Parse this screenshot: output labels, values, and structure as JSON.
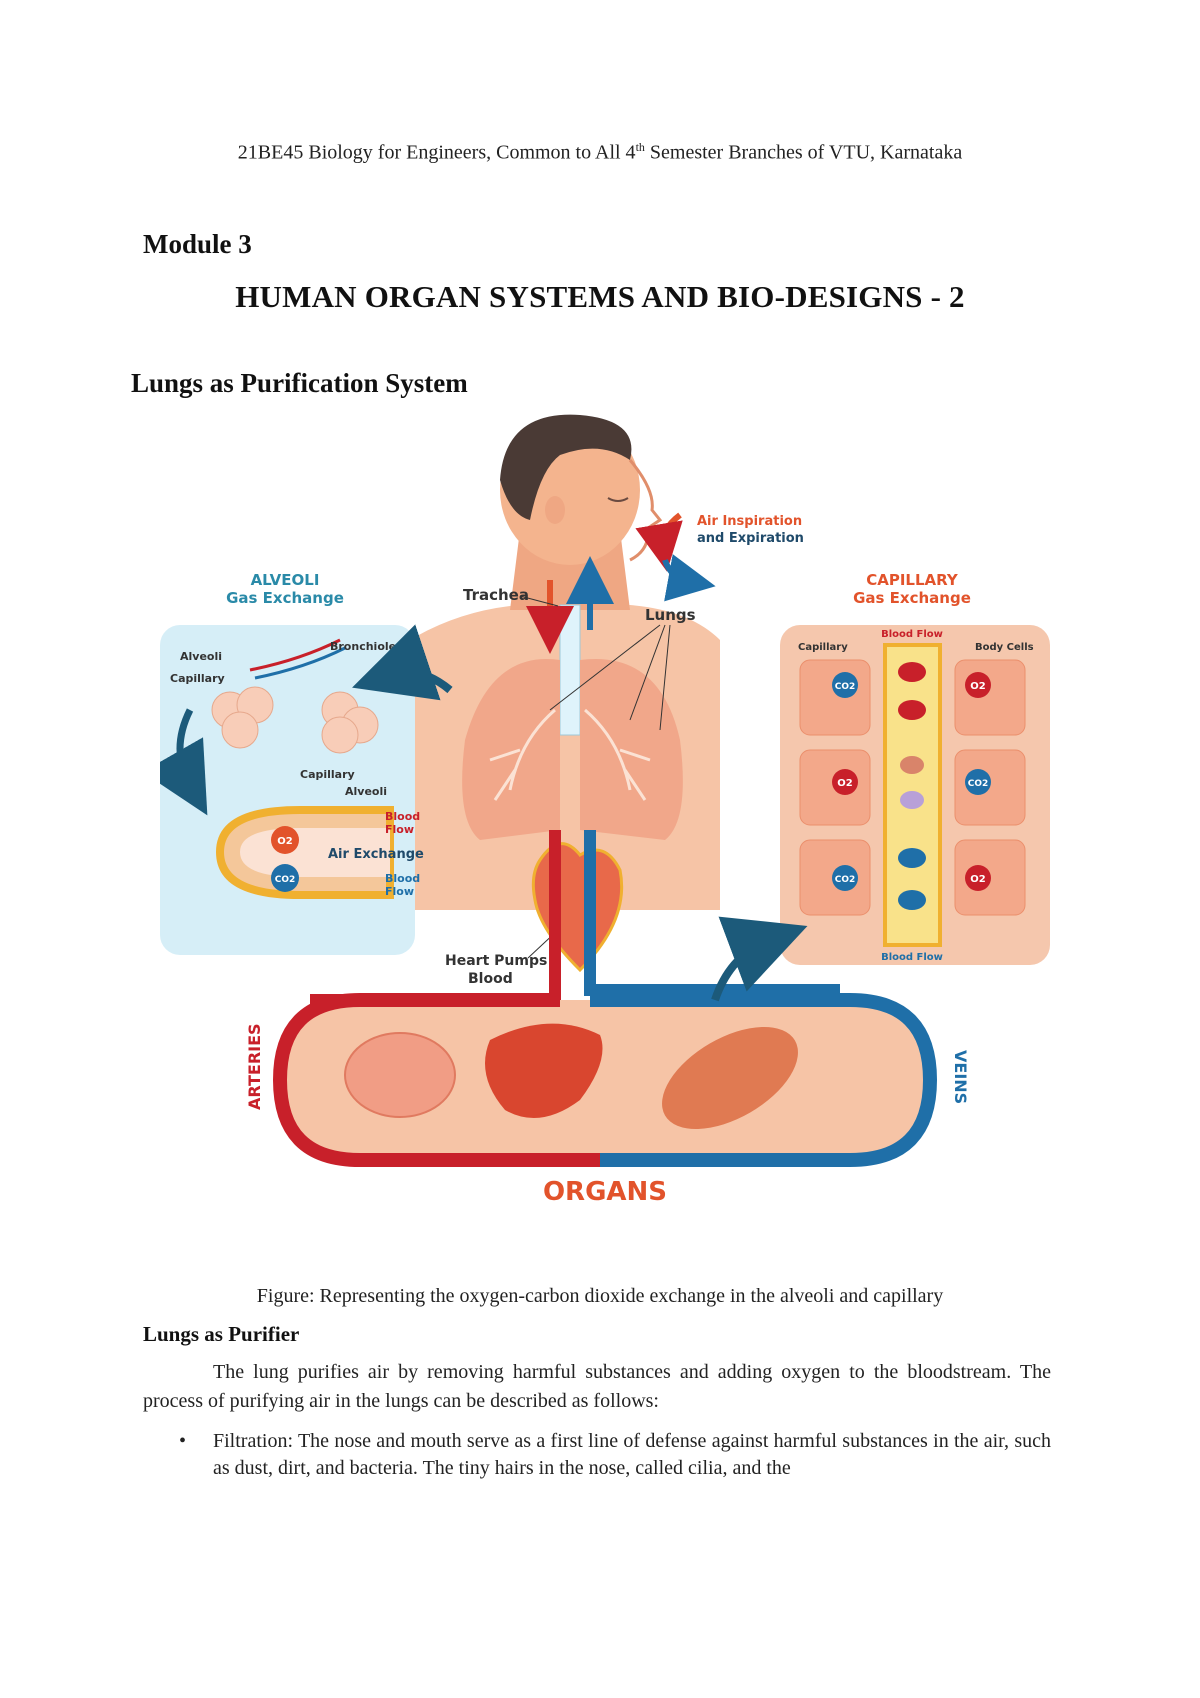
{
  "header": {
    "text_before_sup": "21BE45 Biology for Engineers, Common to All 4",
    "sup": "th",
    "text_after_sup": " Semester Branches of VTU, Karnataka"
  },
  "module_title": "Module 3",
  "main_title": "HUMAN ORGAN SYSTEMS AND BIO-DESIGNS - 2",
  "section_title": "Lungs as Purification System",
  "figure": {
    "alveoli_title": "ALVEOLI",
    "alveoli_subtitle": "Gas Exchange",
    "capillary_title": "CAPILLARY",
    "capillary_subtitle": "Gas Exchange",
    "trachea": "Trachea",
    "lungs": "Lungs",
    "air_inspiration_1": "Air Inspiration",
    "air_inspiration_2": "and Expiration",
    "alveoli_label": "Alveoli",
    "capillary_label": "Capillary",
    "bronchiole_label": "Bronchiole",
    "capillary_label_2": "Capillary",
    "alveoli_label_2": "Alveoli",
    "blood_flow_1a": "Blood",
    "blood_flow_1b": "Flow",
    "air_exchange": "Air Exchange",
    "blood_flow_2a": "Blood",
    "blood_flow_2b": "Flow",
    "o2": "O2",
    "co2": "CO2",
    "cap_capillary": "Capillary",
    "cap_blood_flow_top": "Blood Flow",
    "cap_body_cells": "Body Cells",
    "cap_blood_flow_bottom": "Blood Flow",
    "heart_1": "Heart Pumps",
    "heart_2": "Blood",
    "arteries": "ARTERIES",
    "veins": "VEINS",
    "organs": "ORGANS",
    "colors": {
      "artery_red": "#c8202a",
      "vein_blue": "#1f6fa8",
      "skin": "#f4b48e",
      "panel_blue": "#d6eef7",
      "panel_peach": "#f5c7ad",
      "label_teal": "#2a8aa8",
      "label_orange": "#e2532b"
    }
  },
  "caption": "Figure: Representing the oxygen-carbon dioxide exchange in the alveoli and capillary",
  "sub_heading": "Lungs as Purifier",
  "paragraph": "The lung purifies air by removing harmful substances and adding oxygen to the bloodstream. The process of purifying air in the lungs can be described as follows:",
  "bullets": [
    {
      "text": "Filtration: The nose and mouth serve as a first line of defense against harmful substances in the air, such as dust, dirt, and bacteria. The tiny hairs in the nose, called cilia, and the"
    }
  ]
}
